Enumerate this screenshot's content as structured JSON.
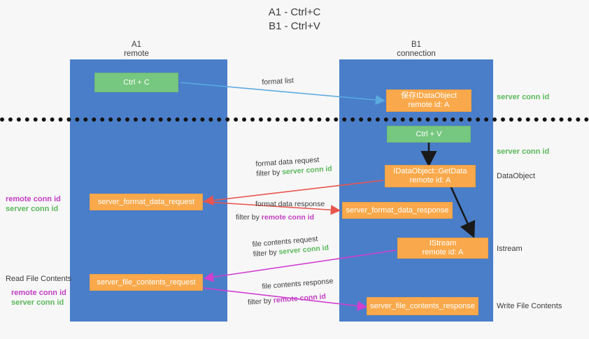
{
  "title": {
    "line1": "A1 - Ctrl+C",
    "line2": "B1 - Ctrl+V"
  },
  "colors": {
    "lane": "#4a7ec9",
    "node_orange": "#f9a94b",
    "node_green": "#76c77f",
    "server_conn": "#5cb85c",
    "remote_conn": "#c23ec2",
    "arrow_blue": "#5aaae0",
    "arrow_red": "#e8554e",
    "arrow_magenta": "#d13fd1",
    "arrow_black": "#1a1a1a",
    "background": "#f7f7f7"
  },
  "columns": [
    {
      "name": "A1",
      "sub": "remote"
    },
    {
      "name": "B1",
      "sub": "connection"
    }
  ],
  "nodes": {
    "ctrl_c": {
      "l1": "Ctrl + C",
      "l2": ""
    },
    "save_idataobject": {
      "l1": "保存IDataObject",
      "l2": "remote id: A"
    },
    "ctrl_v": {
      "l1": "Ctrl + V",
      "l2": ""
    },
    "getdata": {
      "l1": "IDataObject::GetData",
      "l2": "remote id: A"
    },
    "server_format_data_request": {
      "l1": "server_format_data_request",
      "l2": ""
    },
    "server_format_data_response": {
      "l1": "server_format_data_response",
      "l2": ""
    },
    "istream": {
      "l1": "IStream",
      "l2": "remote id: A"
    },
    "server_file_contents_request": {
      "l1": "server_file_contents_request",
      "l2": ""
    },
    "server_file_contents_response": {
      "l1": "server_file_contents_response",
      "l2": ""
    }
  },
  "right_labels": {
    "server_conn_top": "server conn id",
    "server_conn_mid": "server conn id",
    "dataobject": "DataObject",
    "istream": "Istream",
    "write_file_contents": "Write File Contents"
  },
  "left_labels": {
    "remote_conn_1": "remote conn id",
    "server_conn_1": "server conn id",
    "read_file_contents": "Read File Contents",
    "remote_conn_2": "remote conn id",
    "server_conn_2": "server conn id"
  },
  "annotations": {
    "format_list": "format list",
    "format_data_request": "format data request",
    "filter_by": "filter by ",
    "filter_server": "server conn id",
    "filter_remote": "remote conn id",
    "format_data_response": "format data response",
    "file_contents_request": "file contents request",
    "file_contents_response": "file contents response"
  }
}
